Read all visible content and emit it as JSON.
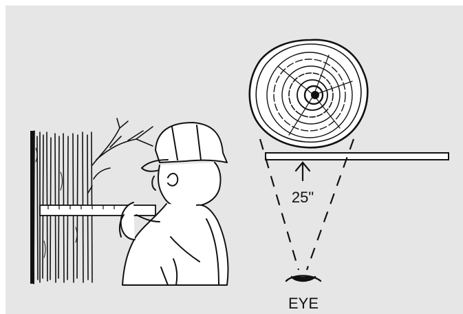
{
  "diagram": {
    "distance_label": "25\"",
    "eye_label": "EYE",
    "colors": {
      "background": "#e6e6e6",
      "ink": "#111111",
      "skin": "#ffffff"
    },
    "icons": [
      "tree-trunk-illustration",
      "worker-hardhat-illustration",
      "log-cross-section-illustration",
      "eye-icon"
    ]
  }
}
